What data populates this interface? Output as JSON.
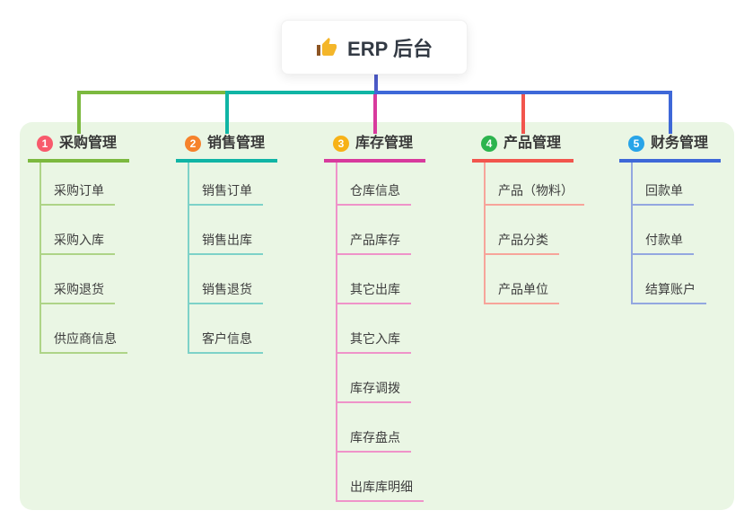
{
  "root": {
    "title": "ERP 后台",
    "icon": "thumbs-up-icon",
    "icon_color": "#f4b62a"
  },
  "colors": {
    "canvas_bg": "#ffffff",
    "group_bg": "#eaf6e4",
    "root_line": "#4c5ac8",
    "root_text": "#333a44"
  },
  "branches": [
    {
      "num": "1",
      "title": "采购管理",
      "badge_color": "#f85a6c",
      "line_color": "#7cb93f",
      "child_line_color": "#aed487",
      "children": [
        "采购订单",
        "采购入库",
        "采购退货",
        "供应商信息"
      ]
    },
    {
      "num": "2",
      "title": "销售管理",
      "badge_color": "#f6822b",
      "line_color": "#10b5a5",
      "child_line_color": "#7dd2c8",
      "children": [
        "销售订单",
        "销售出库",
        "销售退货",
        "客户信息"
      ]
    },
    {
      "num": "3",
      "title": "库存管理",
      "badge_color": "#f7b217",
      "line_color": "#d83a9d",
      "child_line_color": "#ef93c9",
      "children": [
        "仓库信息",
        "产品库存",
        "其它出库",
        "其它入库",
        "库存调拨",
        "库存盘点",
        "出库库明细"
      ]
    },
    {
      "num": "4",
      "title": "产品管理",
      "badge_color": "#2db44e",
      "line_color": "#f2554d",
      "child_line_color": "#f7a49a",
      "children": [
        "产品（物料）",
        "产品分类",
        "产品单位"
      ]
    },
    {
      "num": "5",
      "title": "财务管理",
      "badge_color": "#28a4e8",
      "line_color": "#3e68d8",
      "child_line_color": "#93a7e0",
      "children": [
        "回款单",
        "付款单",
        "结算账户"
      ]
    }
  ]
}
